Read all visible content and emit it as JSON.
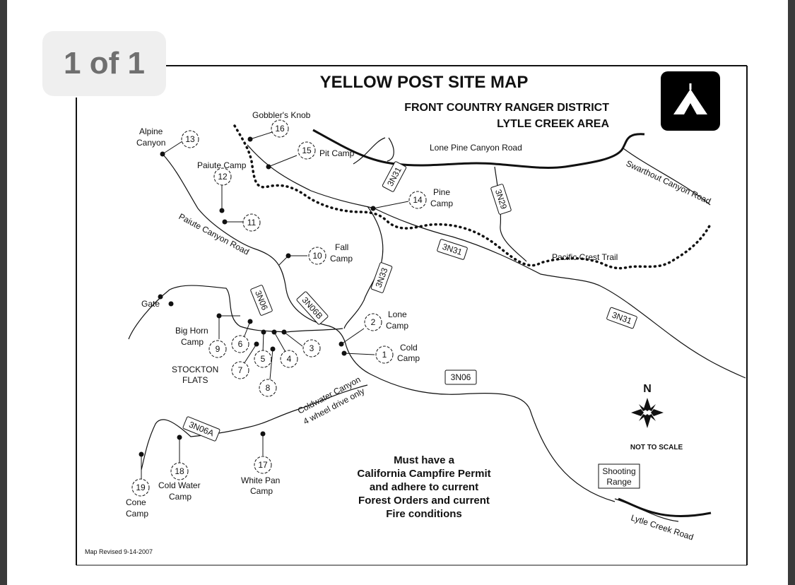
{
  "viewer": {
    "page_indicator": "1 of 1"
  },
  "map": {
    "title": "YELLOW POST SITE MAP",
    "subtitle_line1": "FRONT COUNTRY RANGER DISTRICT",
    "subtitle_line2": "LYTLE CREEK AREA",
    "logo_icon": "campground-tent-icon",
    "north_label": "N",
    "scale_note": "NOT TO SCALE",
    "revised": "Map Revised 9-14-2007",
    "notice_lines": [
      "Must have a",
      "California Campfire Permit",
      "and adhere to current",
      "Forest Orders and current",
      "Fire conditions"
    ],
    "sites": [
      {
        "num": "1",
        "label": [
          "Cold",
          "Camp"
        ]
      },
      {
        "num": "2",
        "label": [
          "Lone",
          "Camp"
        ]
      },
      {
        "num": "3",
        "label": []
      },
      {
        "num": "4",
        "label": []
      },
      {
        "num": "5",
        "label": []
      },
      {
        "num": "6",
        "label": []
      },
      {
        "num": "7",
        "label": []
      },
      {
        "num": "8",
        "label": []
      },
      {
        "num": "9",
        "label": [
          "Big Horn",
          "Camp"
        ]
      },
      {
        "num": "10",
        "label": [
          "Fall",
          "Camp"
        ]
      },
      {
        "num": "11",
        "label": []
      },
      {
        "num": "12",
        "label": [
          "Paiute Camp"
        ]
      },
      {
        "num": "13",
        "label": [
          "Alpine",
          "Canyon"
        ]
      },
      {
        "num": "14",
        "label": [
          "Pine",
          "Camp"
        ]
      },
      {
        "num": "15",
        "label": [
          "Pit Camp"
        ]
      },
      {
        "num": "16",
        "label": [
          "Gobbler's Knob"
        ]
      },
      {
        "num": "17",
        "label": [
          "White Pan",
          "Camp"
        ]
      },
      {
        "num": "18",
        "label": [
          "Cold Water",
          "Camp"
        ]
      },
      {
        "num": "19",
        "label": [
          "Cone",
          "Camp"
        ]
      }
    ],
    "road_labels": {
      "lone_pine": "Lone Pine Canyon Road",
      "swarthout": "Swarthout Canyon Road",
      "paiute": "Paiute Canyon Road",
      "pacific_crest": "Pacific Crest Trail",
      "coldwater_1": "Coldwater Canyon",
      "coldwater_2": "4 wheel drive only",
      "lytle_creek": "Lytle Creek Road"
    },
    "route_tags": {
      "r3n31_a": "3N31",
      "r3n29": "3N29",
      "r3n31_b": "3N31",
      "r3n31_c": "3N31",
      "r3n33": "3N33",
      "r3n06_a": "3N06",
      "r3n06b": "3N06B",
      "r3n06_b": "3N06",
      "r3n06a": "3N06A"
    },
    "places": {
      "gate": "Gate",
      "stockton_1": "STOCKTON",
      "stockton_2": "FLATS",
      "shooting_1": "Shooting",
      "shooting_2": "Range"
    }
  }
}
